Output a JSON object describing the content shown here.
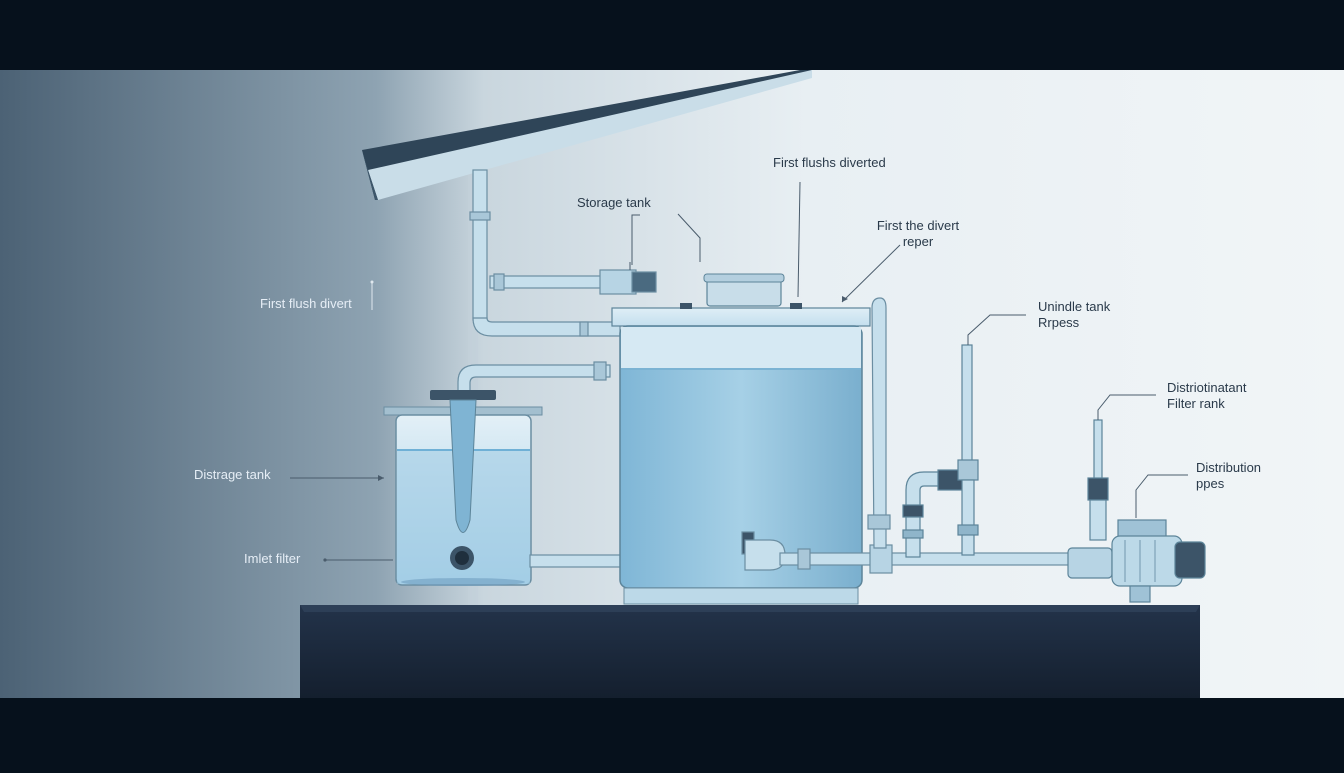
{
  "labels": {
    "first_flush_left": "First flush divert",
    "storage_tank": "Storage tank",
    "first_flushs_diverted": "First flushs diverted",
    "first_the_divert_line1": "First the divert",
    "first_the_divert_line2": "reper",
    "unindle_tank_line1": "Unindle tank",
    "unindle_tank_line2": "Rrpess",
    "distriotinatant_line1": "Distriotinatant",
    "distriotinatant_line2": "Filter rank",
    "distribution_line1": "Distribution",
    "distribution_line2": "ppes",
    "distrage_tank": "Distrage tank",
    "imlet_filter": "Imlet filter"
  },
  "colors": {
    "letterbox": "#06111c",
    "wall_dark": "#51677a",
    "wall_light": "#e9f0f4",
    "water": "#8cc3e1",
    "pipe": "#bcdaea",
    "pipe_outline": "#5c8499",
    "base_platform": "#1a2638"
  }
}
